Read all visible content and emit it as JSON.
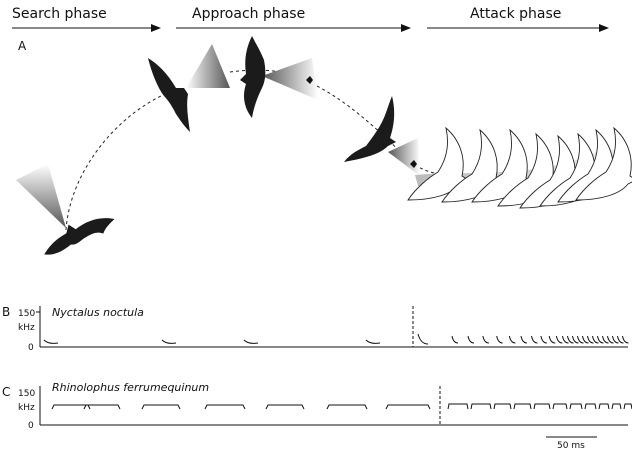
{
  "phases": [
    "Search phase",
    "Approach phase",
    "Attack phase"
  ],
  "panels": {
    "A": "A",
    "B": {
      "letter": "B",
      "species": "Nyctalus noctula",
      "ytick_top": "150",
      "yunit": "kHz",
      "ytick_bottom": "0"
    },
    "C": {
      "letter": "C",
      "species": "Rhinolophus ferrumequinum",
      "ytick_top": "150",
      "yunit": "kHz",
      "ytick_bottom": "0"
    }
  },
  "scale_bar": {
    "label": "50 ms",
    "value_ms": 50
  },
  "icons": [
    "bat-silhouette-icon",
    "bat-outline-icon",
    "insect-prey-icon",
    "sonar-beam-icon"
  ]
}
